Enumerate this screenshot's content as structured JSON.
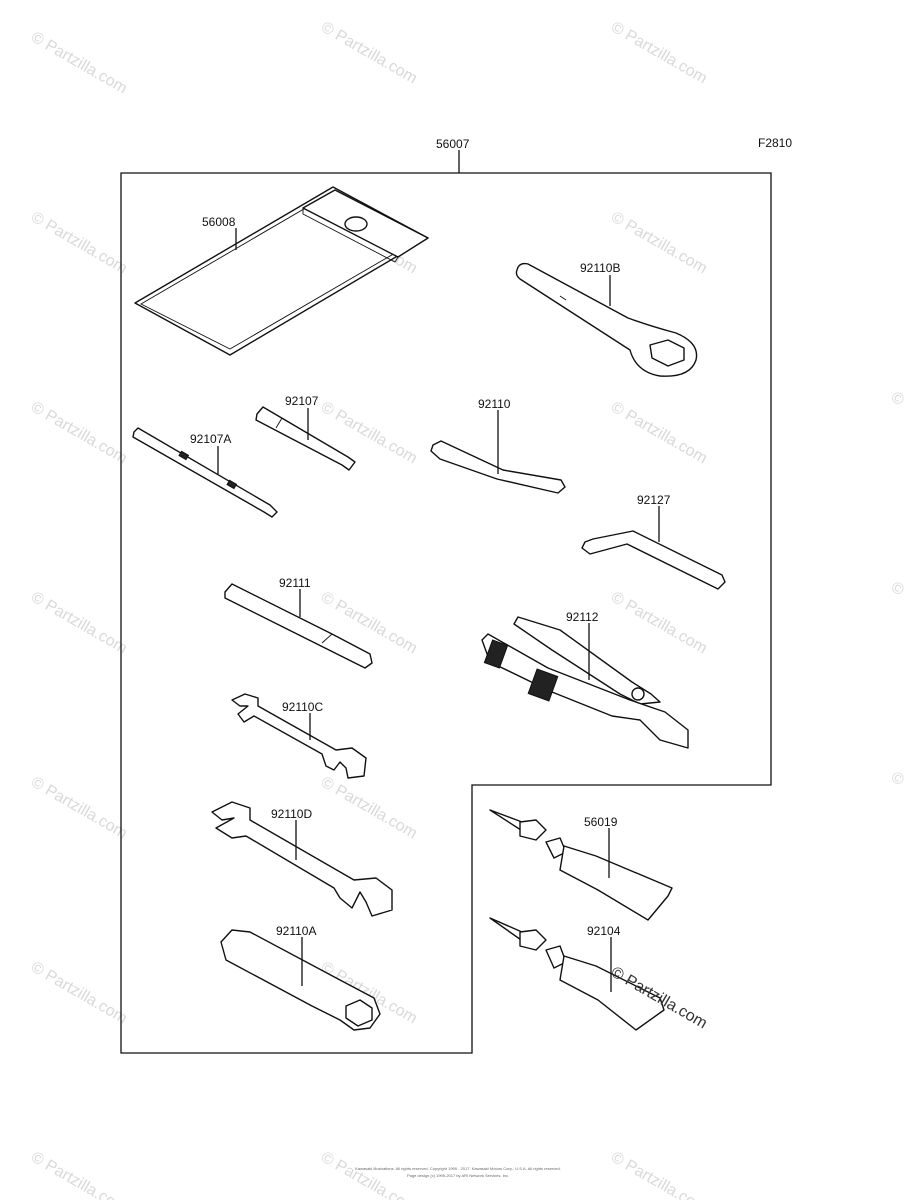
{
  "figure_code": "F2810",
  "assembly": {
    "part_number": "56007"
  },
  "parts": [
    {
      "id": "case",
      "part_number": "56008"
    },
    {
      "id": "box-wrench",
      "part_number": "92110B"
    },
    {
      "id": "screwdriver-grip",
      "part_number": "92107"
    },
    {
      "id": "screwdriver-bit",
      "part_number": "92107A"
    },
    {
      "id": "hex-key-large",
      "part_number": "92110"
    },
    {
      "id": "hex-key-small",
      "part_number": "92127"
    },
    {
      "id": "extension-bar",
      "part_number": "92111"
    },
    {
      "id": "pliers",
      "part_number": "92112"
    },
    {
      "id": "wrench-small",
      "part_number": "92110C"
    },
    {
      "id": "wrench-large",
      "part_number": "92110D"
    },
    {
      "id": "spark-plug-wrench",
      "part_number": "92110A"
    },
    {
      "id": "tube-1",
      "part_number": "56019"
    },
    {
      "id": "tube-2",
      "part_number": "92104"
    }
  ],
  "watermark": {
    "symbol": "©",
    "text": "Partzilla.com"
  },
  "footer": {
    "line1": "Kawasaki Illustrations. All rights reserved. Copyright 1995 - 2017. Kawasaki Motors Corp., U.S.A. All rights reserved.",
    "line2": "Page design (c) 1995-2017 by ARI Network Services, Inc."
  }
}
